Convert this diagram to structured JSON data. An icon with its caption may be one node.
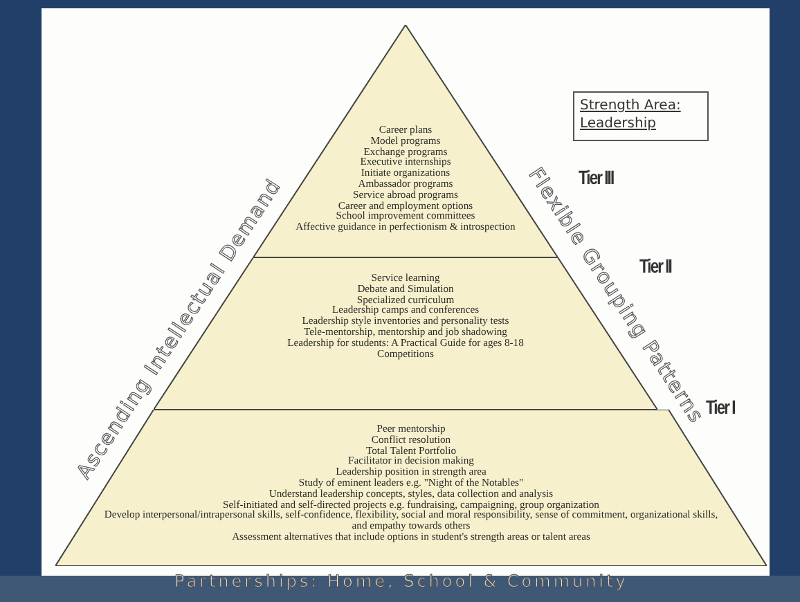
{
  "diagram": {
    "nodes": [
      {
        "text": [
          "Career plans",
          "Model programs",
          "Exchange programs",
          "Executive internships",
          "Initiate organizations",
          "Ambassador programs",
          "Service abroad programs",
          "Career and employment options",
          "School improvement committees",
          "Affective guidance in perfectionism & introspection"
        ],
        "beside": [
          "Tier III"
        ]
      },
      {
        "text": [
          "Service learning",
          "Debate and Simulation",
          "Specialized curriculum",
          "Leadership camps and conferences",
          "Leadership style inventories and personality tests",
          "Tele-mentorship, mentorship and job shadowing",
          "Leadership for students: A Practical Guide for ages 8-18",
          "Competitions"
        ],
        "beside": [
          "Tier II"
        ]
      },
      {
        "text": [
          "Peer mentorship",
          "Conflict resolution",
          "Total Talent Portfolio",
          "Facilitator in decision making",
          "Leadership position in strength area",
          "Study of eminent leaders e.g. \"Night of the Notables\"",
          "Understand leadership concepts, styles, data collection and analysis",
          "Self-initiated and self-directed projects e.g. fundraising, campaigning, group organization",
          "Develop interpersonal/intrapersonal skills, self-confidence, flexibility, social and moral responsibility, sense of commitment, organizational skills, and empathy towards others",
          "Assessment alternatives that include options in student's strength areas or talent areas"
        ],
        "beside": [
          "Tier I"
        ]
      },
      {
        "text": [
          "Strength Area: Leadership"
        ]
      }
    ],
    "labels": [
      "Ascending Intellectual Demand",
      "Flexible Grouping Patterns",
      "Partnerships: Home, School & Community"
    ]
  }
}
